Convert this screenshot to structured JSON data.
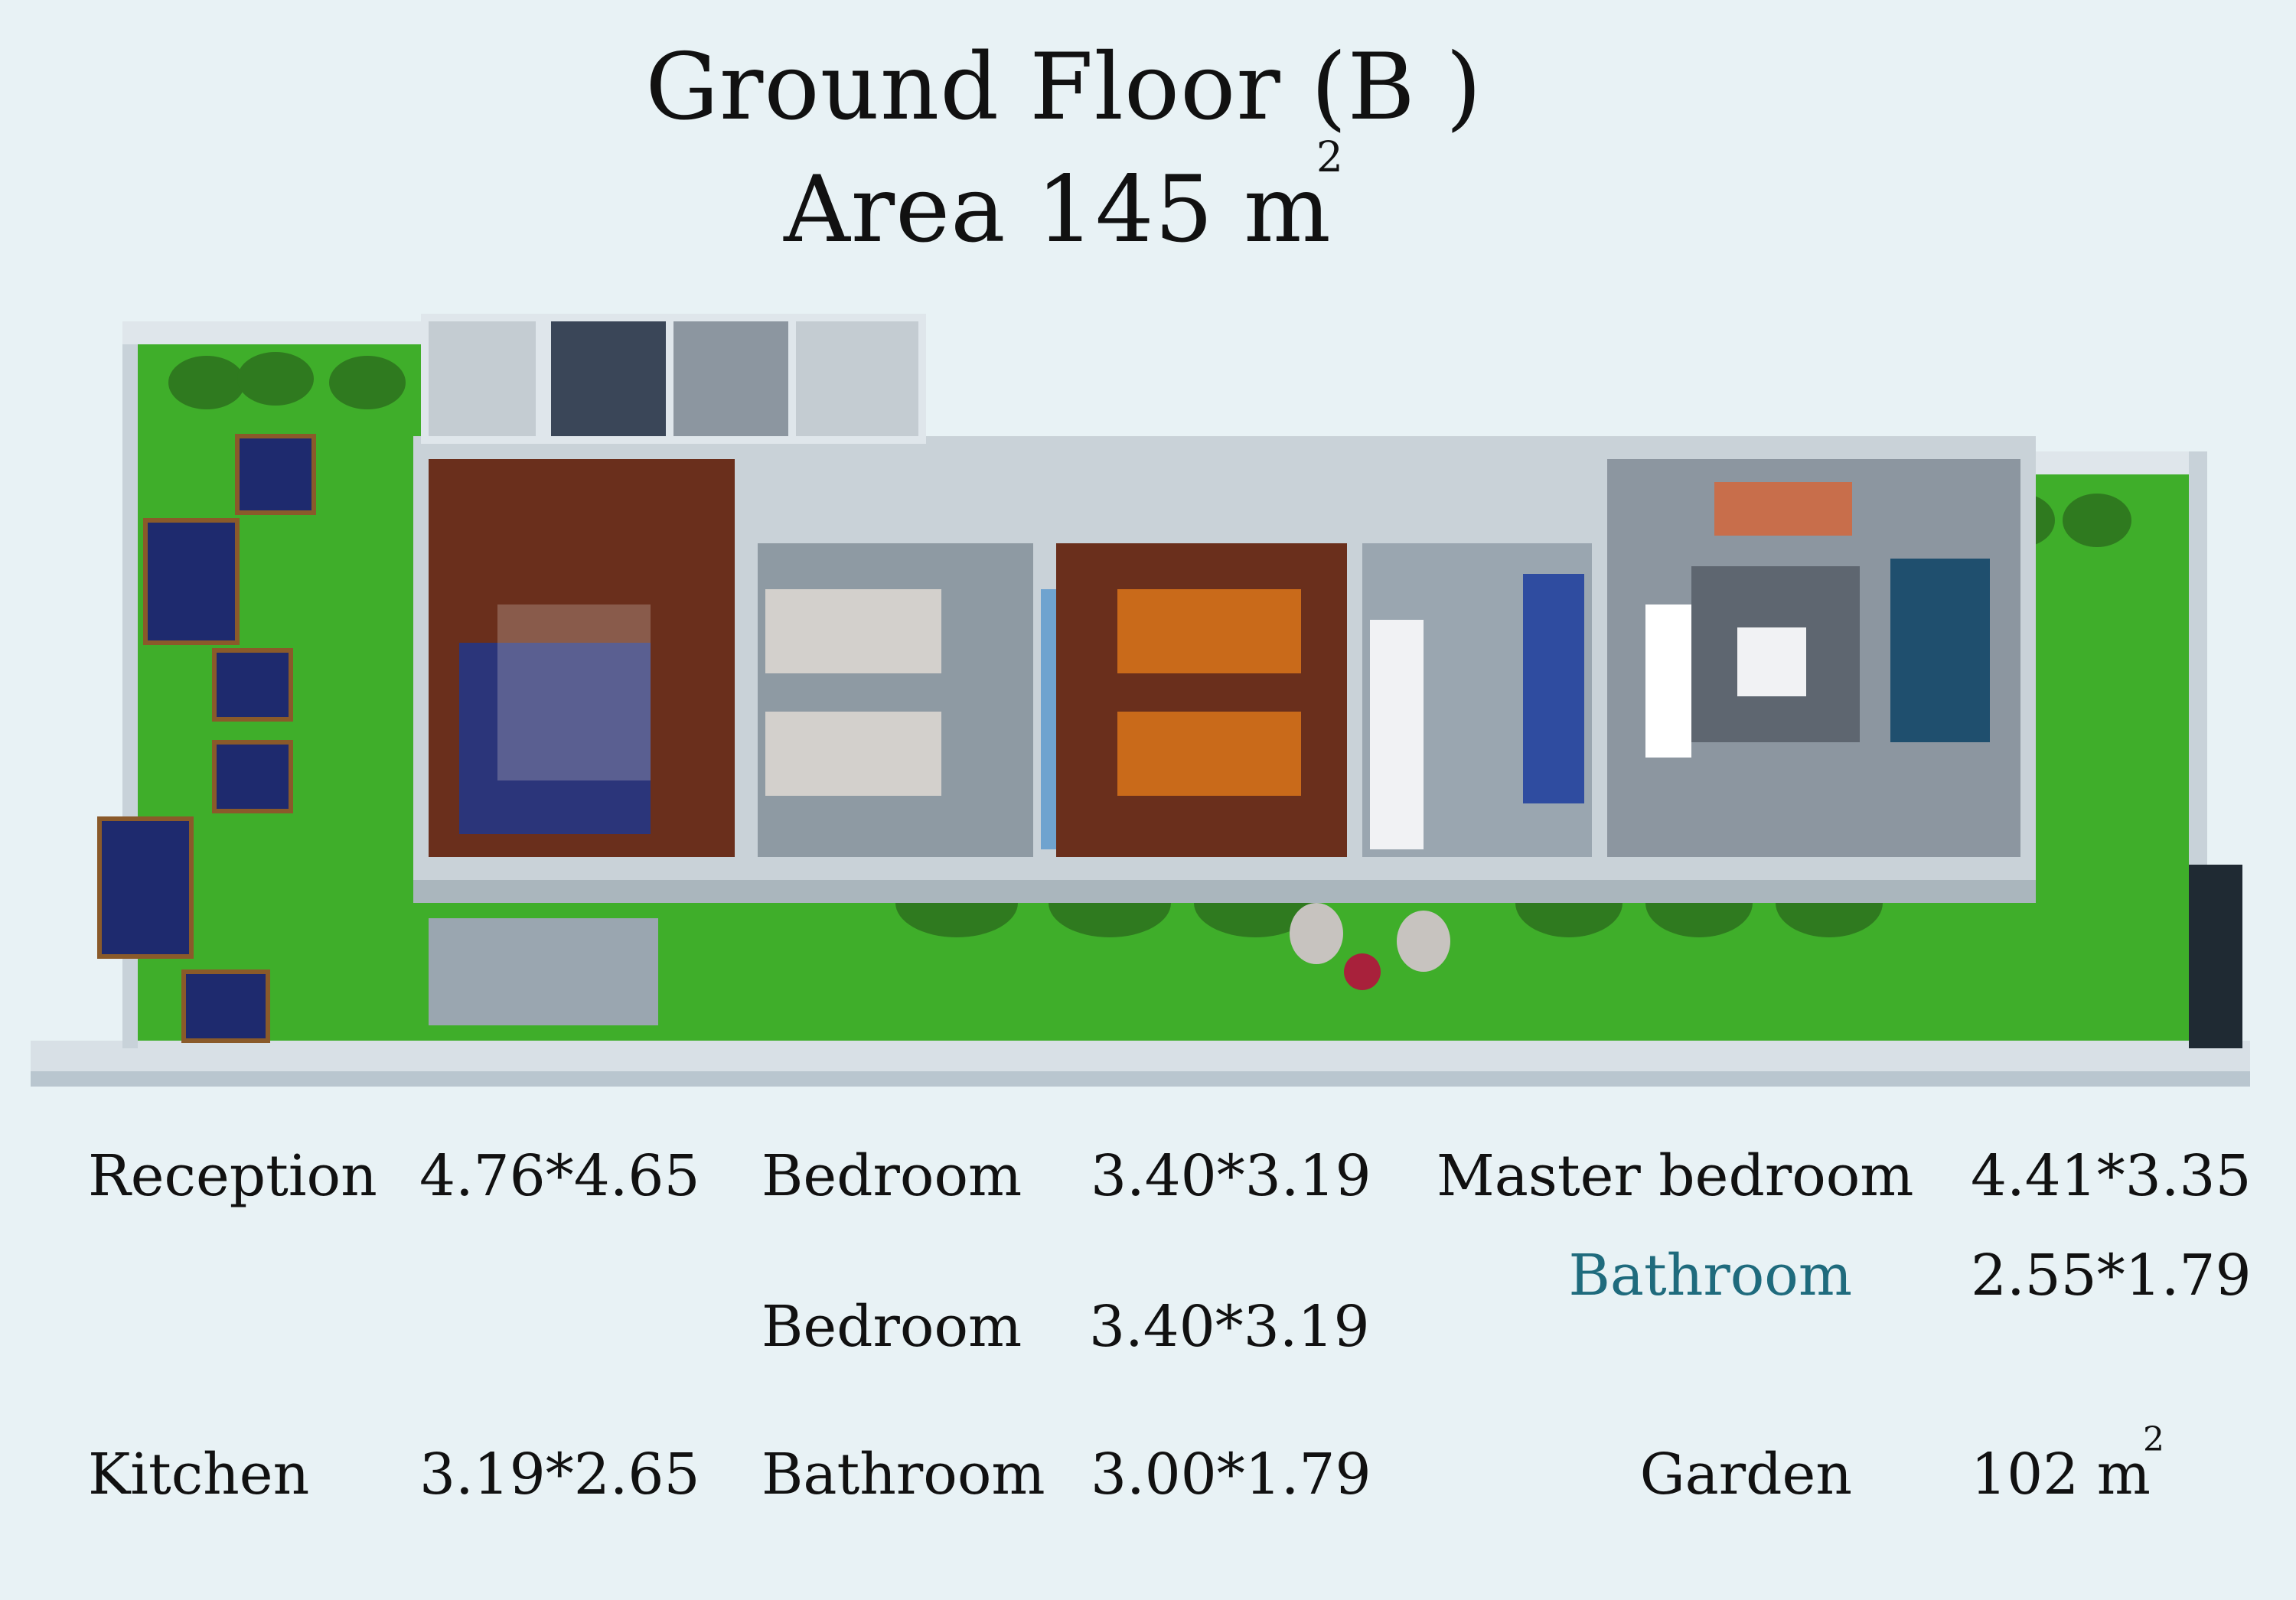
{
  "title": {
    "line1": "Ground Floor (B )",
    "line2_prefix": "Area 145 m",
    "line2_sup": "2"
  },
  "colors": {
    "background": "#e8f2f5",
    "grass": "#3fae2a",
    "wall": "#d5dde3",
    "floor_wood": "#6a2f1c",
    "floor_tile": "#a9b3bc",
    "accent_text": "#1f6b7d"
  },
  "rooms": {
    "reception": {
      "label": "Reception",
      "dims": "4.76*4.65"
    },
    "kitchen": {
      "label": "Kitchen",
      "dims": "3.19*2.65"
    },
    "bedroom1": {
      "label": "Bedroom",
      "dims": "3.40*3.19"
    },
    "bedroom2": {
      "label": "Bedroom",
      "dims": "3.40*3.19"
    },
    "bathroom1": {
      "label": "Bathroom",
      "dims": "3.00*1.79"
    },
    "master_bedroom": {
      "label": "Master bedroom",
      "dims": "4.41*3.35"
    },
    "bathroom2": {
      "label": "Bathroom",
      "dims": "2.55*1.79"
    },
    "garden": {
      "label": "Garden",
      "dims_prefix": "102 m",
      "dims_sup": "2"
    }
  }
}
